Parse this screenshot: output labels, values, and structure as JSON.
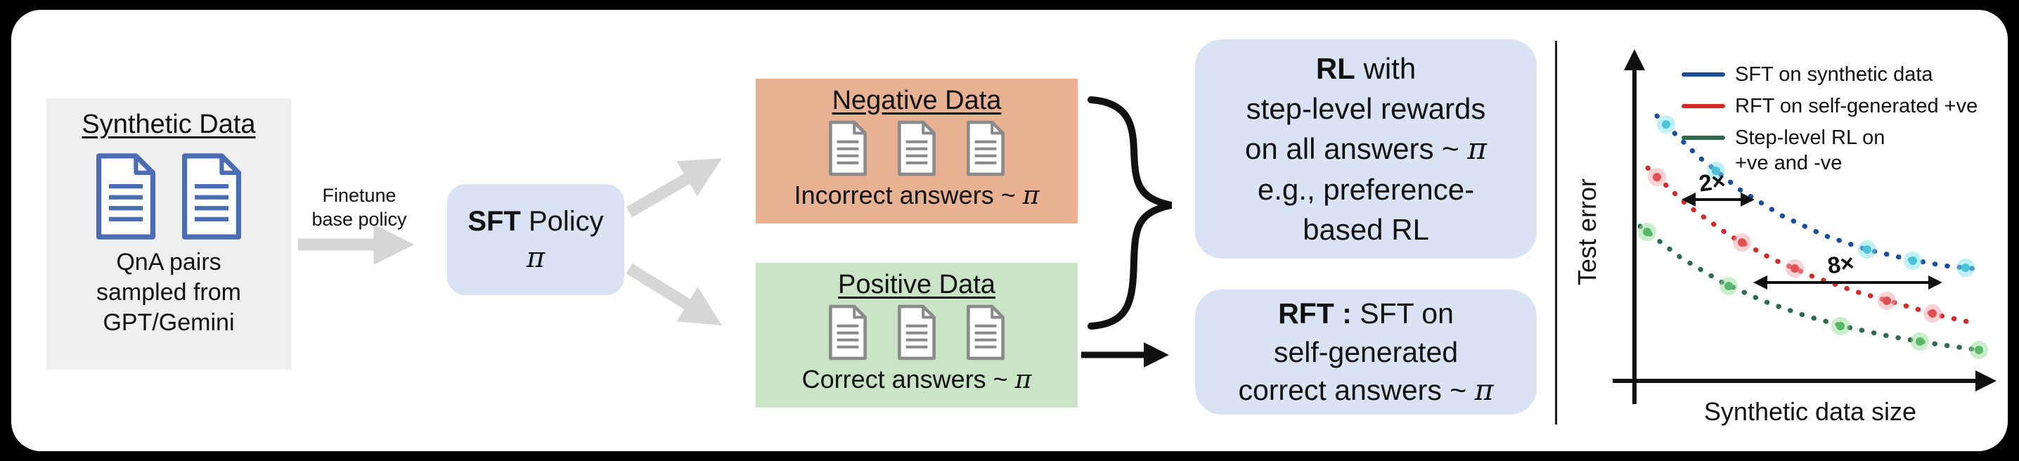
{
  "window": {
    "background": "#000000",
    "panel_color": "#ffffff"
  },
  "flow": {
    "synthetic_box": {
      "title": "Synthetic Data",
      "caption": "QnA pairs\nsampled from\nGPT/Gemini"
    },
    "finetune_label": "Finetune\nbase policy",
    "sft_box": {
      "title_bold": "SFT",
      "title_rest": " Policy",
      "pi": "π"
    },
    "negative_box": {
      "title": "Negative Data",
      "caption_prefix": "Incorrect answers ~ ",
      "pi": "π"
    },
    "positive_box": {
      "title": "Positive Data",
      "caption_prefix": "Correct answers ~ ",
      "pi": "π"
    },
    "rl_box": {
      "line1_bold": "RL",
      "line1_rest": " with",
      "line2": "step-level rewards",
      "line3_prefix": "on all answers ~ ",
      "pi": "π",
      "line4": "e.g., preference-",
      "line5": "based RL"
    },
    "rft_box": {
      "line1_bold": "RFT :",
      "line1_rest": " SFT on",
      "line2": "self-generated",
      "line3_prefix": "correct answers ~ ",
      "pi": "π"
    },
    "colors": {
      "synthetic_bg": "#efefef",
      "sft_bg": "#dae3f3",
      "negative_bg": "#e8b191",
      "positive_bg": "#c9e5c5",
      "rl_bg": "#dae3f3",
      "rft_bg": "#dae3f3",
      "doc_blue": "#4a6db5",
      "doc_gray": "#8a8a8a",
      "arrow_gray": "#d6d6d6"
    }
  },
  "chart_data": {
    "type": "line",
    "title": "",
    "xlabel": "Synthetic data size",
    "ylabel": "Test error",
    "grid": false,
    "legend_position": "top-right",
    "series": [
      {
        "name": "SFT on synthetic data",
        "legend": "SFT on synthetic data",
        "color": "#1c4ea0",
        "marker_color": "#7fe0ef",
        "marker_core": "#49c3d8",
        "style": "dotted",
        "trend": "highest test error, decreasing with data size",
        "points": [
          [
            127,
            135
          ],
          [
            185,
            192
          ],
          [
            245,
            240
          ],
          [
            305,
            277
          ],
          [
            365,
            305
          ],
          [
            425,
            325
          ],
          [
            485,
            339
          ],
          [
            535,
            348
          ],
          [
            585,
            353
          ]
        ],
        "markers": [
          [
            140,
            147
          ],
          [
            211,
            213
          ],
          [
            426,
            325
          ],
          [
            491,
            341
          ],
          [
            566,
            351
          ]
        ]
      },
      {
        "name": "RFT on self-generated +ve",
        "legend": "RFT on self-generated +ve",
        "color": "#d42a2a",
        "marker_color": "#f7a3ad",
        "marker_core": "#e05252",
        "style": "dotted",
        "trend": "middle curve, ~2x data efficiency over SFT",
        "points": [
          [
            114,
            209
          ],
          [
            170,
            262
          ],
          [
            230,
            305
          ],
          [
            290,
            338
          ],
          [
            350,
            364
          ],
          [
            410,
            385
          ],
          [
            470,
            402
          ],
          [
            525,
            418
          ],
          [
            579,
            430
          ]
        ],
        "markers": [
          [
            127,
            222
          ],
          [
            248,
            315
          ],
          [
            323,
            352
          ],
          [
            454,
            398
          ],
          [
            519,
            416
          ]
        ]
      },
      {
        "name": "Step-level RL on +ve and -ve",
        "legend": "Step-level RL on\n+ve and -ve",
        "color": "#2f6b4f",
        "marker_color": "#93dd93",
        "marker_core": "#57b86a",
        "style": "dotted",
        "trend": "lowest test error, ~8x data efficiency",
        "points": [
          [
            103,
            292
          ],
          [
            160,
            336
          ],
          [
            220,
            372
          ],
          [
            280,
            399
          ],
          [
            340,
            420
          ],
          [
            400,
            436
          ],
          [
            460,
            449
          ],
          [
            520,
            459
          ],
          [
            585,
            468
          ]
        ],
        "markers": [
          [
            113,
            300
          ],
          [
            229,
            377
          ],
          [
            388,
            434
          ],
          [
            501,
            456
          ],
          [
            585,
            468
          ]
        ]
      }
    ],
    "annotations": [
      {
        "label": "2×",
        "y": 254,
        "x1": 170,
        "x2": 258,
        "label_x": 207,
        "label_y": 240
      },
      {
        "label": "8×",
        "y": 372,
        "x1": 272,
        "x2": 525,
        "label_x": 390,
        "label_y": 357
      }
    ]
  }
}
